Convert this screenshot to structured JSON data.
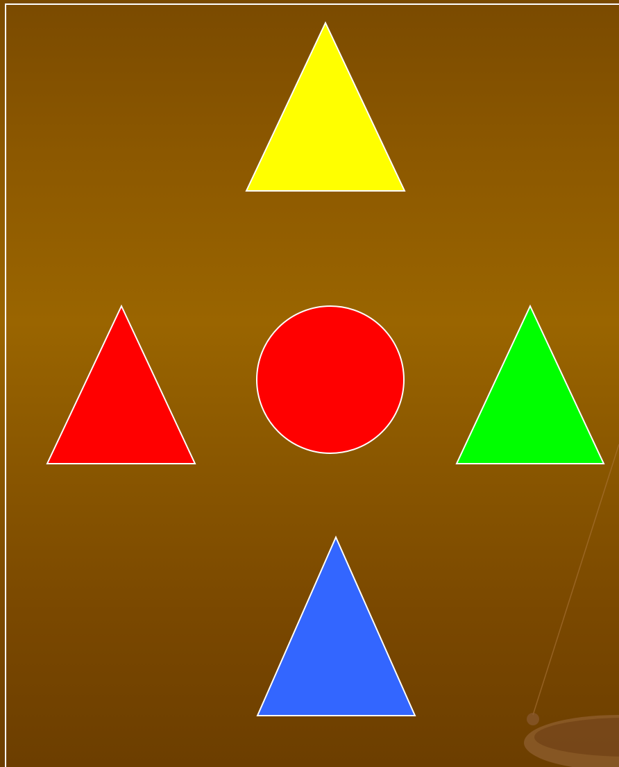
{
  "slide": {
    "shapes": [
      {
        "name": "yellow-triangle",
        "kind": "triangle",
        "color": "#ffff00"
      },
      {
        "name": "red-triangle",
        "kind": "triangle",
        "color": "#ff0000"
      },
      {
        "name": "red-circle",
        "kind": "circle",
        "color": "#ff0000"
      },
      {
        "name": "green-triangle",
        "kind": "triangle",
        "color": "#00ff00"
      },
      {
        "name": "blue-triangle",
        "kind": "triangle",
        "color": "#3366ff"
      }
    ],
    "outline_color": "#ffffff",
    "background_colors": [
      "#7a4a00",
      "#9a6500",
      "#6c3e00"
    ]
  }
}
